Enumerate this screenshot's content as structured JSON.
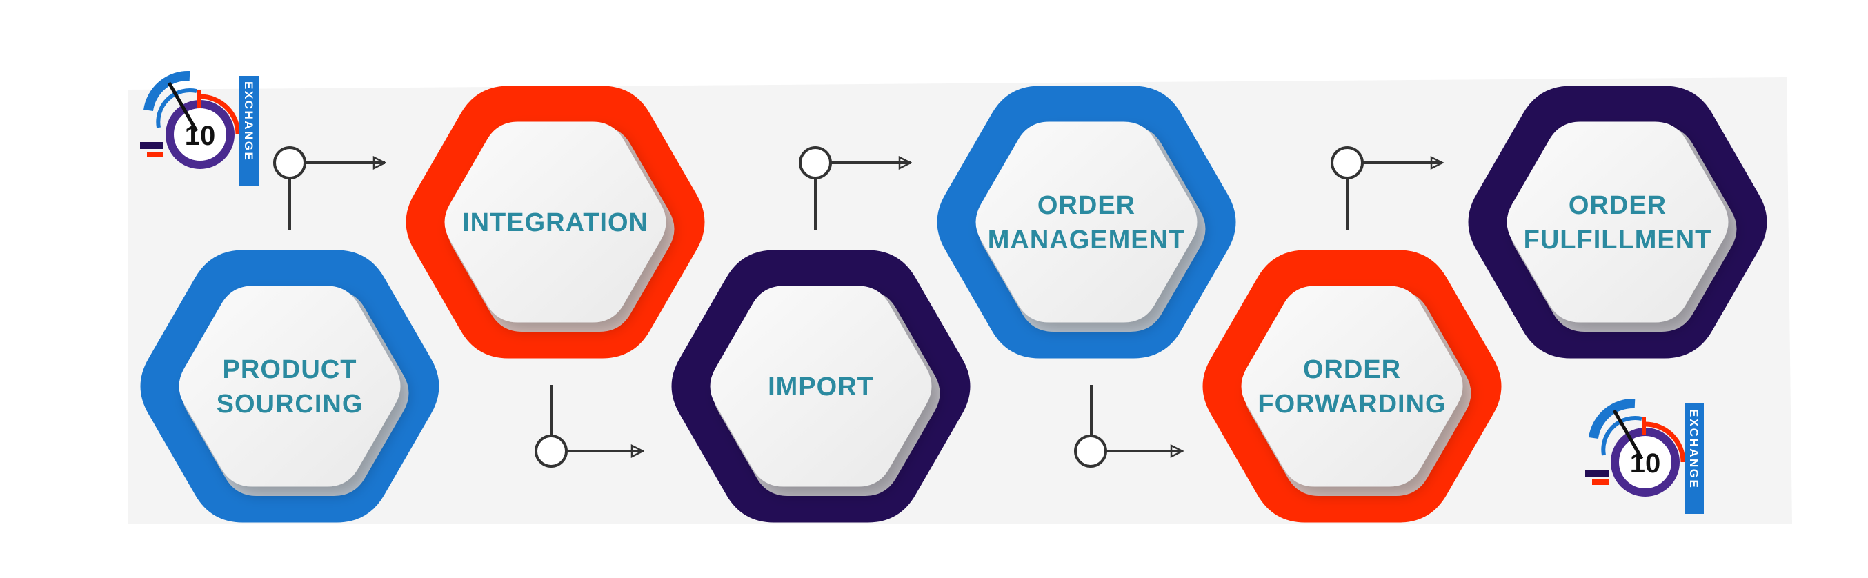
{
  "colors": {
    "blue": "#1a76cf",
    "red": "#ff2a00",
    "purple": "#230d55",
    "label": "#2b8aa0",
    "connector": "#333333"
  },
  "steps": [
    {
      "lines": [
        "PRODUCT",
        "SOURCING"
      ],
      "ring": "blue"
    },
    {
      "lines": [
        "INTEGRATION"
      ],
      "ring": "red"
    },
    {
      "lines": [
        "IMPORT"
      ],
      "ring": "purple"
    },
    {
      "lines": [
        "ORDER",
        "MANAGEMENT"
      ],
      "ring": "blue"
    },
    {
      "lines": [
        "ORDER",
        "FORWARDING"
      ],
      "ring": "red"
    },
    {
      "lines": [
        "ORDER",
        "FULFILLMENT"
      ],
      "ring": "purple"
    }
  ],
  "logo": {
    "number": "10",
    "word": "EXCHANGE",
    "icon": "10-exchange-logo-icon"
  }
}
